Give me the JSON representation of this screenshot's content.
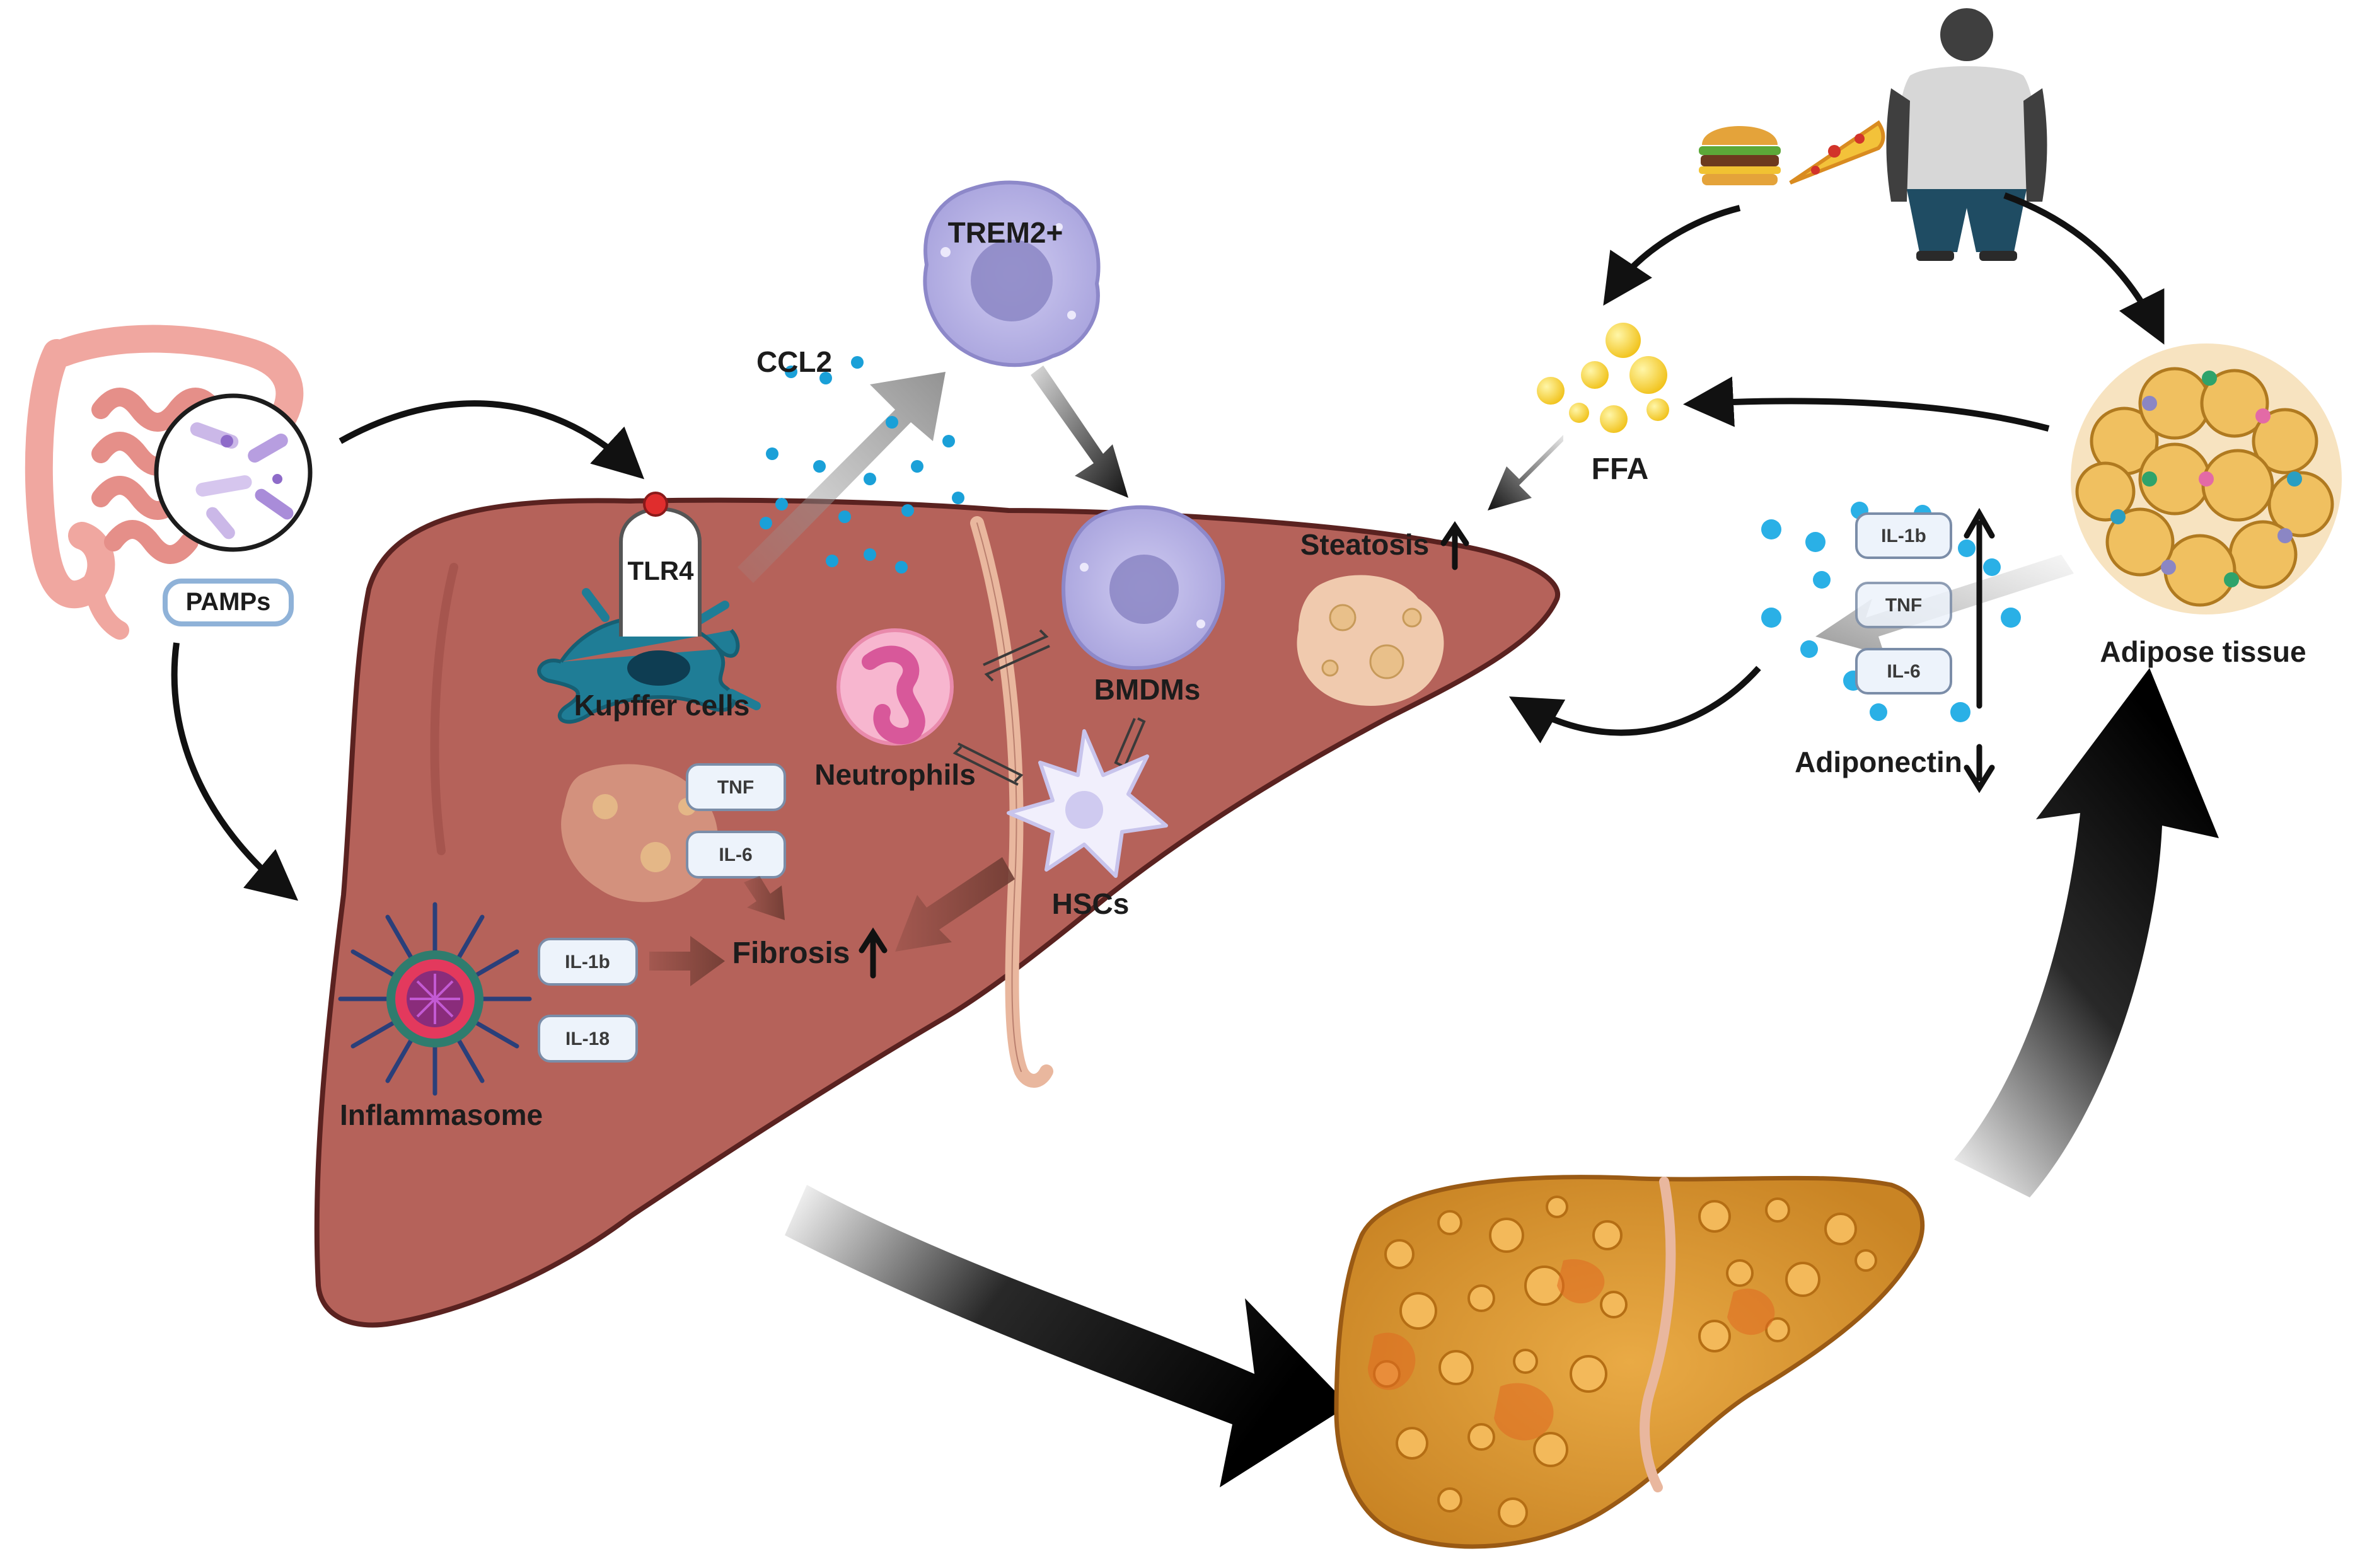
{
  "labels": {
    "pamps": "PAMPs",
    "tlr4": "TLR4",
    "kupffer_cells": "Kupffer cells",
    "ccl2": "CCL2",
    "trem2": "TREM2+",
    "bmdms": "BMDMs",
    "neutrophils": "Neutrophils",
    "hscs": "HSCs",
    "steatosis": "Steatosis",
    "fibrosis": "Fibrosis",
    "inflammasome": "Inflammasome",
    "ffa": "FFA",
    "adiponectin": "Adiponectin",
    "adipose_tissue": "Adipose tissue"
  },
  "cytokines": {
    "liver_tnf": "TNF",
    "liver_il6": "IL-6",
    "liver_il1b": "IL-1b",
    "liver_il18": "IL-18",
    "adipose_il1b": "IL-1b",
    "adipose_tnf": "TNF",
    "adipose_il6": "IL-6"
  },
  "colors": {
    "liver": "#b5625a",
    "liver_outline": "#5a2220",
    "ligament": "#e9b79e",
    "fatty_liver": "#e0a03a",
    "adipocyte": "#f0c060",
    "cell_purple": "#b8b4e6",
    "dot_blue": "#1aa0d8",
    "arrow_dark": "#111111",
    "arrow_grey": "#9a9a9a"
  }
}
